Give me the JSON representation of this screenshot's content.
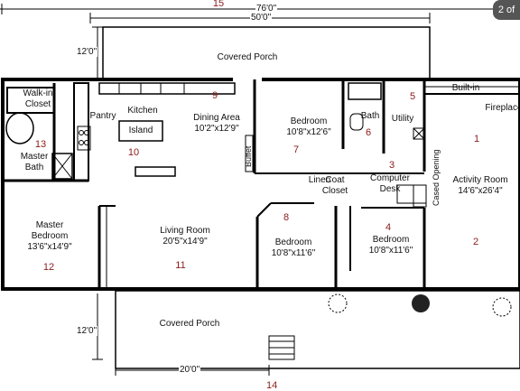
{
  "page_indicator": "2 of",
  "dimensions": {
    "overall_width": "76'0\"",
    "house_width": "50'0\"",
    "porch_depth_top": "12'0\"",
    "porch_depth_bottom": "12'0\"",
    "porch_width_bottom": "20'0\""
  },
  "rooms": [
    {
      "key": "covered_porch_top",
      "name": "Covered Porch",
      "size": "",
      "num": ""
    },
    {
      "key": "walk_in_closet",
      "name": "Walk-in\nCloset",
      "size": "",
      "num": ""
    },
    {
      "key": "pantry",
      "name": "Pantry",
      "size": "",
      "num": ""
    },
    {
      "key": "kitchen",
      "name": "Kitchen",
      "size": "",
      "num": "10"
    },
    {
      "key": "island",
      "name": "Island",
      "size": "",
      "num": ""
    },
    {
      "key": "dining_area",
      "name": "Dining Area",
      "size": "10'2\"x12'9\"",
      "num": "9"
    },
    {
      "key": "bedroom_7",
      "name": "Bedroom",
      "size": "10'8\"x12'6\"",
      "num": "7"
    },
    {
      "key": "bath_6",
      "name": "Bath",
      "size": "",
      "num": "6"
    },
    {
      "key": "utility",
      "name": "Utility",
      "size": "",
      "num": "5"
    },
    {
      "key": "built_in",
      "name": "Built-in",
      "size": "",
      "num": ""
    },
    {
      "key": "fireplace",
      "name": "Fireplace",
      "size": "",
      "num": ""
    },
    {
      "key": "master_bath",
      "name": "Master\nBath",
      "size": "",
      "num": "13"
    },
    {
      "key": "buffet",
      "name": "Buffet",
      "size": "",
      "num": ""
    },
    {
      "key": "linen",
      "name": "Linen",
      "size": "",
      "num": ""
    },
    {
      "key": "coat_closet",
      "name": "Coat\nCloset",
      "size": "",
      "num": ""
    },
    {
      "key": "computer_desk",
      "name": "Computer\nDesk",
      "size": "",
      "num": "3"
    },
    {
      "key": "cased_opening",
      "name": "Cased Opening",
      "size": "",
      "num": ""
    },
    {
      "key": "activity_room",
      "name": "Activity Room",
      "size": "14'6\"x26'4\"",
      "num": "1"
    },
    {
      "key": "master_bedroom",
      "name": "Master\nBedroom",
      "size": "13'6\"x14'9\"",
      "num": "12"
    },
    {
      "key": "living_room",
      "name": "Living Room",
      "size": "20'5\"x14'9\"",
      "num": "11"
    },
    {
      "key": "bedroom_8",
      "name": "Bedroom",
      "size": "10'8\"x11'6\"",
      "num": "8"
    },
    {
      "key": "bedroom_4",
      "name": "Bedroom",
      "size": "10'8\"x11'6\"",
      "num": "4"
    },
    {
      "key": "covered_porch_bottom",
      "name": "Covered Porch",
      "size": "",
      "num": ""
    }
  ],
  "extra_numbers": {
    "top": "15",
    "activity_lower": "2",
    "bottom": "14"
  }
}
